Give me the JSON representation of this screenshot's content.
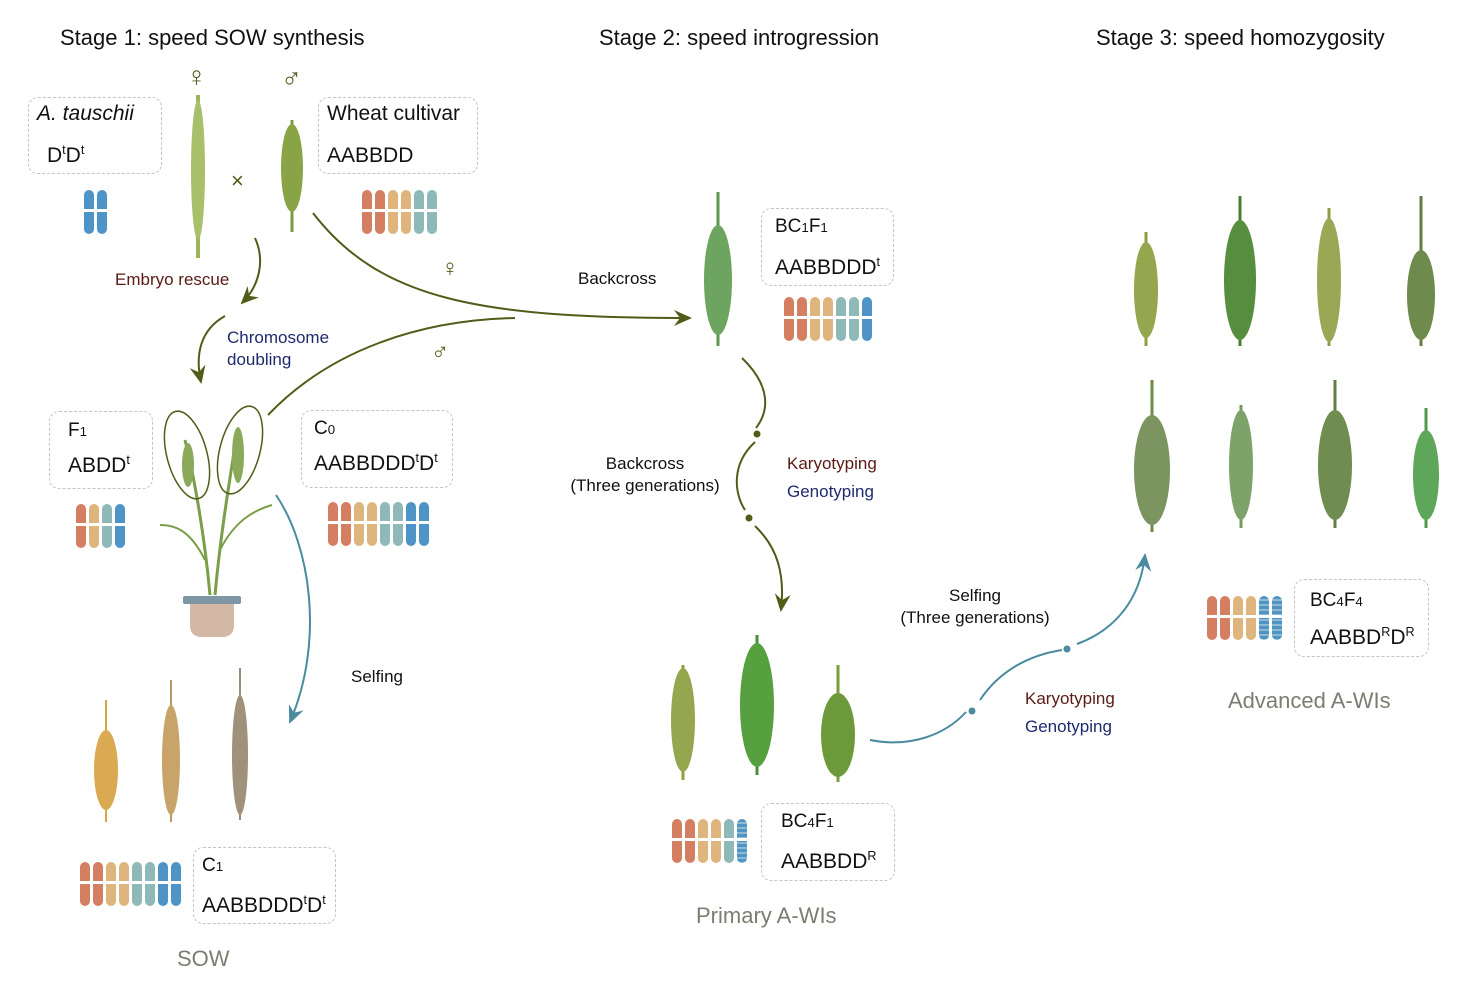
{
  "stages": {
    "stage1": "Stage 1: speed SOW synthesis",
    "stage2": "Stage 2: speed introgression",
    "stage3": "Stage 3: speed homozygosity"
  },
  "symbols": {
    "female": "♀",
    "male": "♂",
    "cross": "×"
  },
  "parents": {
    "tauschii": {
      "name": "A. tauschii",
      "genome": "D",
      "sup": "t",
      "genome2": "D",
      "sup2": "t"
    },
    "wheat": {
      "name": "Wheat cultivar",
      "genome": "AABBDD"
    }
  },
  "process_labels": {
    "embryo_rescue": "Embryo rescue",
    "chromosome_doubling_1": "Chromosome",
    "chromosome_doubling_2": "doubling",
    "backcross": "Backcross",
    "backcross3_1": "Backcross",
    "backcross3_2": "(Three generations)",
    "karyotyping_1": "Karyotyping",
    "genotyping_1": "Genotyping",
    "selfing": "Selfing",
    "selfing3_1": "Selfing",
    "selfing3_2": "(Three generations)",
    "karyotyping_2": "Karyotyping",
    "genotyping_2": "Genotyping"
  },
  "generations": {
    "f1": {
      "name": "F",
      "sub": "1",
      "genome": "ABDD",
      "sup": "t"
    },
    "c0": {
      "name": "C",
      "sub": "0",
      "genome": "AABBDDD",
      "sup": "t",
      "genome2": "D",
      "sup2": "t"
    },
    "c1": {
      "name": "C",
      "sub": "1",
      "genome": "AABBDDD",
      "sup": "t",
      "genome2": "D",
      "sup2": "t"
    },
    "bc1f1": {
      "name": "BC",
      "sub": "1",
      "name2": "F",
      "sub2": "1",
      "genome": "AABBDDD",
      "sup": "t"
    },
    "bc4f1": {
      "name": "BC",
      "sub": "4",
      "name2": "F",
      "sub2": "1",
      "genome": "AABBDD",
      "sup": "R"
    },
    "bc4f4": {
      "name": "BC",
      "sub": "4",
      "name2": "F",
      "sub2": "4",
      "genome": "AABBD",
      "sup": "R",
      "genome2": "D",
      "sup2": "R"
    }
  },
  "group_labels": {
    "sow": "SOW",
    "primary": "Primary A-WIs",
    "advanced": "Advanced A-WIs"
  },
  "chromosome_colors": {
    "A": "#d47e62",
    "B": "#dfb57e",
    "D": "#8fb8b9",
    "Dt": "#4e94c6"
  },
  "karyotypes": {
    "tauschii": [
      "Dt",
      "Dt"
    ],
    "wheat": [
      "A",
      "A",
      "B",
      "B",
      "D",
      "D"
    ],
    "f1": [
      "A",
      "B",
      "D",
      "Dt"
    ],
    "c0": [
      "A",
      "A",
      "B",
      "B",
      "D",
      "D",
      "Dt",
      "Dt"
    ],
    "c1": [
      "A",
      "A",
      "B",
      "B",
      "D",
      "D",
      "Dt",
      "Dt"
    ],
    "bc1f1": [
      "A",
      "A",
      "B",
      "B",
      "D",
      "D",
      "Dt"
    ],
    "bc4f1": [
      "A",
      "A",
      "B",
      "B",
      "D",
      "DR"
    ],
    "bc4f4": [
      "A",
      "A",
      "B",
      "B",
      "DR",
      "DR"
    ]
  }
}
